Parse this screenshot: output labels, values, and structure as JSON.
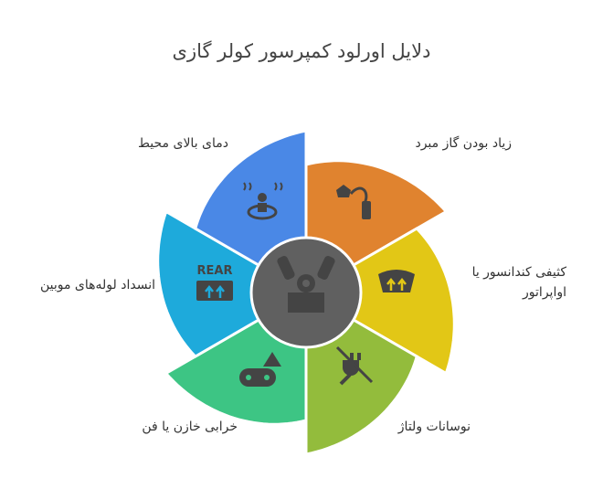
{
  "title": "دلایل اورلود کمپرسور کولر گازی",
  "center_icon": "engine-icon",
  "center_color": "#606060",
  "segments": [
    {
      "label": "زیاد بودن گاز مبرد",
      "color": "#E0832F",
      "icon": "refrigerant-gas-icon"
    },
    {
      "label": "کثیفی کندانسور یا اواپراتور",
      "color": "#E2C716",
      "icon": "windshield-defrost-icon"
    },
    {
      "label": "نوسانات ولتاژ",
      "color": "#93BC3C",
      "icon": "unplugged-icon"
    },
    {
      "label": "خرابی خازن یا فن",
      "color": "#3DC584",
      "icon": "warning-capacitor-icon"
    },
    {
      "label": "انسداد لوله‌های موبین",
      "color": "#1EAADB",
      "icon": "rear-defrost-icon",
      "icon_text": "REAR"
    },
    {
      "label": "دمای بالای محیط",
      "color": "#4A88E6",
      "icon": "heat-person-icon"
    }
  ]
}
